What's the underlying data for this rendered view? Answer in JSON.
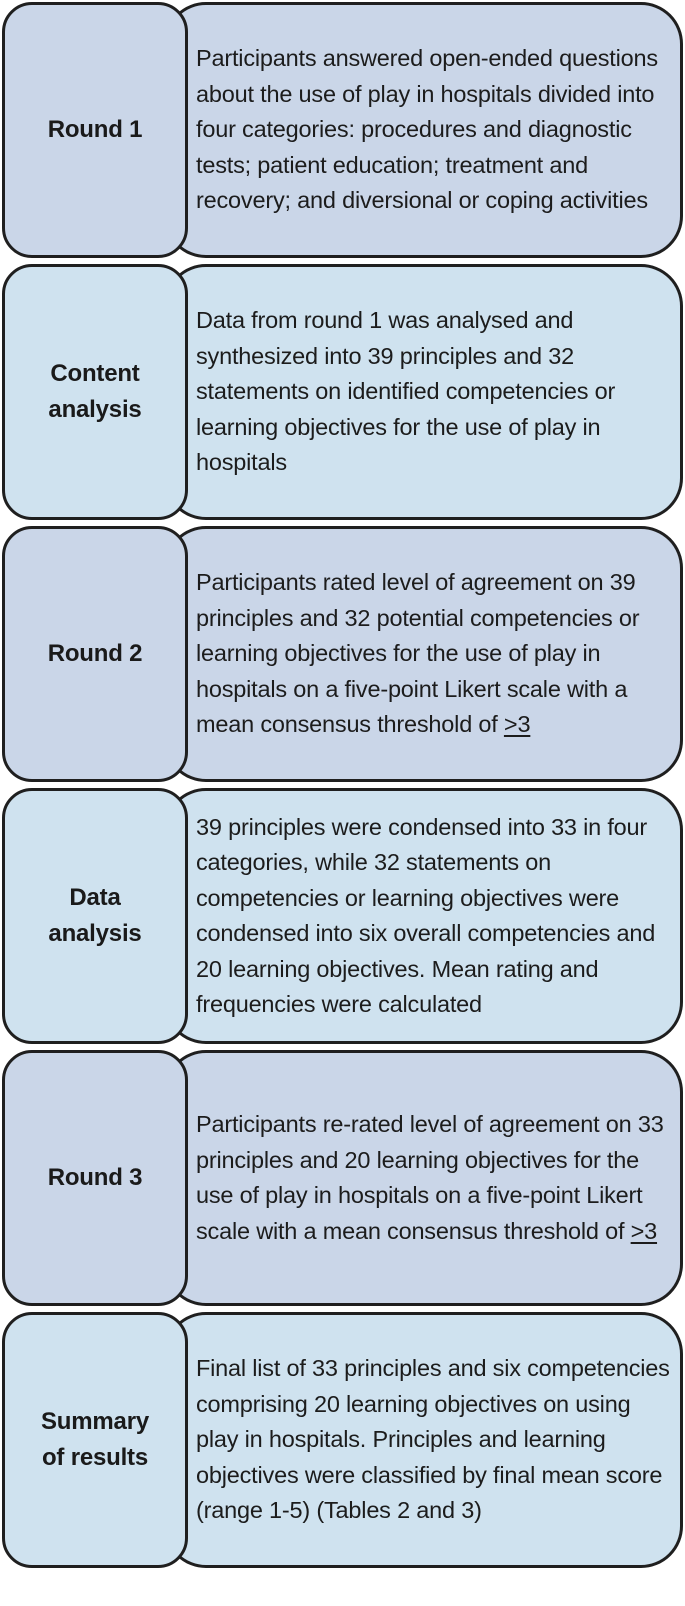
{
  "stages": [
    {
      "label": "Round 1",
      "tone": "grey",
      "description": "Participants answered open-ended questions about the use of play in hospitals divided into four categories: procedures and diagnostic tests; patient education; treatment and recovery; and diversional or coping activities",
      "desc_suffix": ""
    },
    {
      "label": "Content\nanalysis",
      "tone": "blue",
      "description": "Data from round 1 was analysed and synthesized into 39 principles and 32 statements on identified competencies or learning objectives for the use of play in hospitals",
      "desc_suffix": ""
    },
    {
      "label": "Round 2",
      "tone": "grey",
      "description": "Participants rated level of agreement on 39 principles and 32 potential competencies or learning objectives for the use of play in hospitals on a five-point Likert scale with a mean consensus threshold of ",
      "desc_suffix": ">3"
    },
    {
      "label": "Data\nanalysis",
      "tone": "blue",
      "description": "39 principles were condensed into 33 in four categories, while 32 statements on competencies or learning objectives were condensed into six overall competencies and 20 learning objectives. Mean rating and frequencies were calculated",
      "desc_suffix": ""
    },
    {
      "label": "Round 3",
      "tone": "grey",
      "description": "Participants re-rated level of agreement on 33 principles and 20 learning objectives for the use of play in hospitals on a five-point Likert scale with a mean consensus threshold of ",
      "desc_suffix": ">3"
    },
    {
      "label": "Summary\nof results",
      "tone": "blue",
      "description": "Final list of 33 principles and six competencies comprising 20 learning objectives on using play in hospitals. Principles and learning objectives were classified by final mean score",
      "desc_line2": "(range 1-5) (Tables 2 and 3)",
      "desc_suffix": ""
    }
  ]
}
